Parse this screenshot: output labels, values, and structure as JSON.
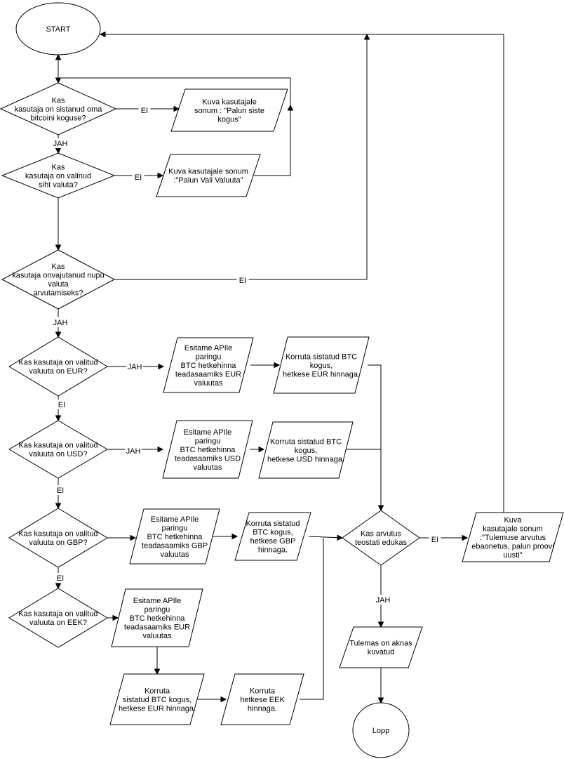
{
  "nodes": {
    "start": [
      "START"
    ],
    "q_amount": [
      "Kas",
      "kasutaja on sistanud oma",
      "bitcoini koguse?"
    ],
    "msg_amount": [
      "Kuva kasutajale",
      "sonum : \"Palun siste",
      "kogus\""
    ],
    "q_target": [
      "Kas",
      "kasutaja on valinud",
      "siht valuta?"
    ],
    "msg_target": [
      "Kuva kasutajale sonum",
      ":\"Palun Vali Valuuta\""
    ],
    "q_button": [
      "Kas",
      "kasutaja onvajutanud nupu",
      "valuta",
      "arvutamiseks?"
    ],
    "q_eur": [
      "Kas kasutaja on valitud",
      "valuuta on EUR?"
    ],
    "api_eur": [
      "Esitame APIle",
      "paringu",
      "BTC hetkehinna",
      "teadasaamiks EUR",
      "valuutas"
    ],
    "mul_eur": [
      "Korruta sistatud BTC",
      "kogus,",
      "hetkese EUR hinnaga."
    ],
    "q_usd": [
      "Kas kasutaja on valitud",
      "valuuta on USD?"
    ],
    "api_usd": [
      "Esitame APIle",
      "paringu",
      "BTC hetkehinna",
      "teadasaamiks USD",
      "valuutas"
    ],
    "mul_usd": [
      "Korruta sistatud BTC",
      "kogus,",
      "hetkese USD hinnaga."
    ],
    "q_gbp": [
      "Kas kasutaja on valitud",
      "valuuta on GBP?"
    ],
    "api_gbp": [
      "Esitame APIle",
      "paringu",
      "BTC hetkehinna",
      "teadasaamiks GBP",
      "valuutas"
    ],
    "mul_gbp": [
      "Korruta sistatud",
      "BTC kogus,",
      "hetkese GBP",
      "hinnaga."
    ],
    "q_success": [
      "Kas arvutus",
      "teostati edukas"
    ],
    "msg_error": [
      "Kuva",
      "kasutajale sonum",
      ":\"Tulemuse arvutus",
      "ebaonetus, palun proovi",
      "uusti\""
    ],
    "q_eek": [
      "Kas kasutaja on valitud",
      "valuuta on EEK?"
    ],
    "api_eek": [
      "Esitame APIle",
      "paringu",
      "BTC hetkehinna",
      "teadasaamiks EUR",
      "valuutas"
    ],
    "mul_eek1": [
      "Korruta",
      "sistatud BTC kogus,",
      "hetkese EUR hinnaga."
    ],
    "mul_eek2": [
      "Korruta",
      "hetkese EEK",
      "hinnaga."
    ],
    "result": [
      "Tulemas on aknas",
      "kuvatud"
    ],
    "end": [
      "Lopp"
    ]
  },
  "edge_labels": {
    "q_amount_no": "EI",
    "q_amount_yes": "JAH",
    "q_target_no": "EI",
    "q_button_no": "EI",
    "q_button_yes": "JAH",
    "q_eur_yes": "JAH",
    "q_eur_no": "EI",
    "q_usd_yes": "JAH",
    "q_usd_no": "EI",
    "q_gbp_no": "EI",
    "q_success_no": "EI",
    "q_success_yes": "JAH"
  }
}
